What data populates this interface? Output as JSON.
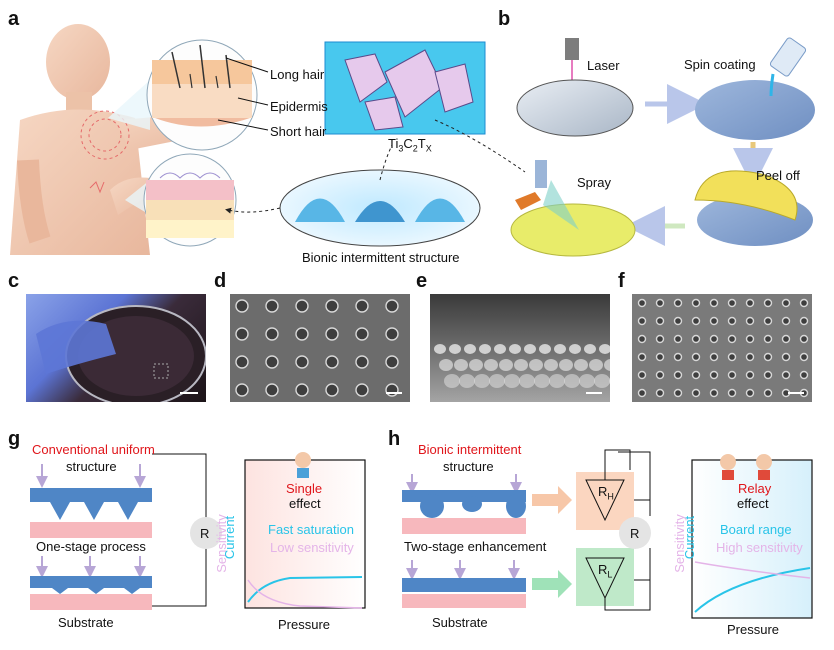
{
  "panels": {
    "a": "a",
    "b": "b",
    "c": "c",
    "d": "d",
    "e": "e",
    "f": "f",
    "g": "g",
    "h": "h"
  },
  "panel_a": {
    "long_hair": "Long hair",
    "epidermis": "Epidermis",
    "short_hair": "Short hair",
    "mxene_base": "Ti",
    "mxene_sub1": "3",
    "mxene_c": "C",
    "mxene_sub2": "2",
    "mxene_t": "T",
    "mxene_sub3": "X",
    "bionic_caption": "Bionic intermittent structure"
  },
  "panel_b": {
    "laser": "Laser",
    "spin_coating": "Spin coating",
    "peel_off": "Peel off",
    "spray": "Spray"
  },
  "panel_g": {
    "title_red": "Conventional uniform",
    "title_black": "structure",
    "process": "One-stage process",
    "substrate": "Substrate",
    "resistor": "R",
    "effect_red": "Single",
    "effect_black": "effect",
    "fast_saturation": "Fast saturation",
    "low_sensitivity": "Low sensitivity",
    "axis_sensitivity": "Sensitivity",
    "axis_current": "Current",
    "axis_pressure": "Pressure"
  },
  "panel_h": {
    "title_red": "Bionic intermittent",
    "title_black": "structure",
    "process": "Two-stage enhancement",
    "substrate": "Substrate",
    "resistor": "R",
    "rh_base": "R",
    "rh_sub": "H",
    "rl_base": "R",
    "rl_sub": "L",
    "effect_red": "Relay",
    "effect_black": "effect",
    "board_range": "Board range",
    "high_sensitivity": "High sensitivity",
    "axis_sensitivity": "Sensitivity",
    "axis_current": "Current",
    "axis_pressure": "Pressure"
  },
  "colors": {
    "accent_red": "#e0161b",
    "cyan": "#29c4e8",
    "pink": "#e4b4e8",
    "blue_film": "#4f86c6",
    "substrate_pink": "#f7b8bd",
    "arrow_purple": "#b7a6d6"
  }
}
